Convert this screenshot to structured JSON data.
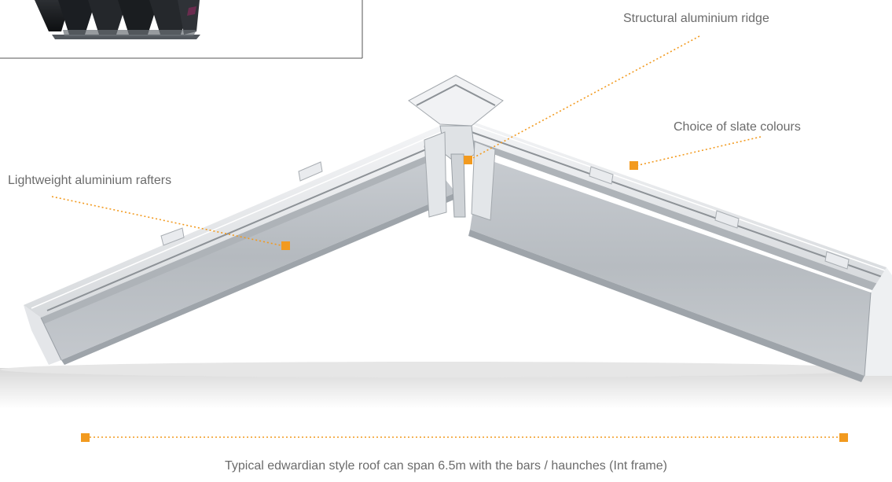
{
  "callouts": {
    "ridge": "Structural aluminium ridge",
    "slate": "Choice of slate colours",
    "rafters": "Lightweight aluminium rafters"
  },
  "caption": "Typical edwardian style roof can span 6.5m with the bars / haunches (Int frame)",
  "colors": {
    "accent": "#f29a1f",
    "label_text": "#6b6b6b",
    "inset_border": "#555555",
    "background": "#ffffff"
  },
  "icons": {
    "marker": "orange-square-marker",
    "leader": "orange-dotted-leader-line"
  }
}
